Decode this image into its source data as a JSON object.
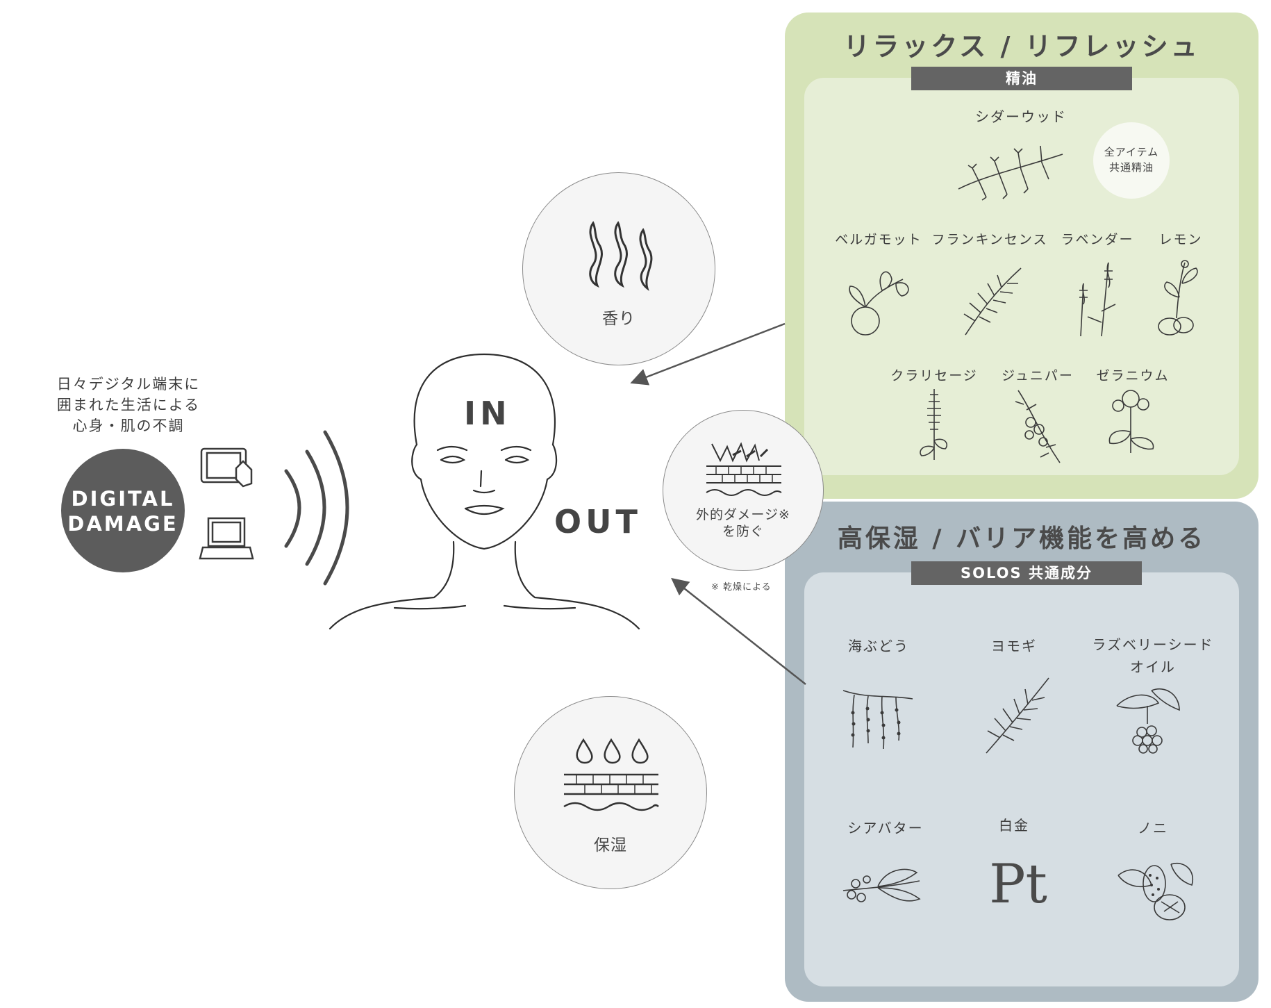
{
  "left": {
    "caption_lines": [
      "日々デジタル端末に",
      "囲まれた生活による",
      "心身・肌の不調"
    ],
    "badge_lines": [
      "DIGITAL",
      "DAMAGE"
    ]
  },
  "center": {
    "in_label": "IN",
    "out_label": "OUT"
  },
  "circles": {
    "aroma": "香り",
    "barrier_line1": "外的ダメージ※",
    "barrier_line2": "を防ぐ",
    "barrier_note": "※ 乾燥による",
    "moisture": "保湿"
  },
  "relax_panel": {
    "title": "リラックス / リフレッシュ",
    "tag": "精油",
    "featured": "シダーウッド",
    "common_badge_lines": [
      "全アイテム",
      "共通精油"
    ],
    "row1": [
      "ベルガモット",
      "フランキンセンス",
      "ラベンダー",
      "レモン"
    ],
    "row2": [
      "クラリセージ",
      "ジュニパー",
      "ゼラニウム"
    ]
  },
  "moist_panel": {
    "title": "高保湿 / バリア機能を高める",
    "tag": "SOLOS 共通成分",
    "row1": [
      "海ぶどう",
      "ヨモギ"
    ],
    "row1_raspberry_lines": [
      "ラズベリーシード",
      "オイル"
    ],
    "row2": [
      "シアバター",
      "白金",
      "ノニ"
    ],
    "platinum_symbol": "Pt"
  },
  "colors": {
    "relax_bg": "#d6e3b8",
    "relax_inner": "#e6eed6",
    "moist_bg": "#aebbc3",
    "moist_inner": "#d6dee3",
    "badge": "#5c5c5c",
    "tag": "#646464"
  }
}
